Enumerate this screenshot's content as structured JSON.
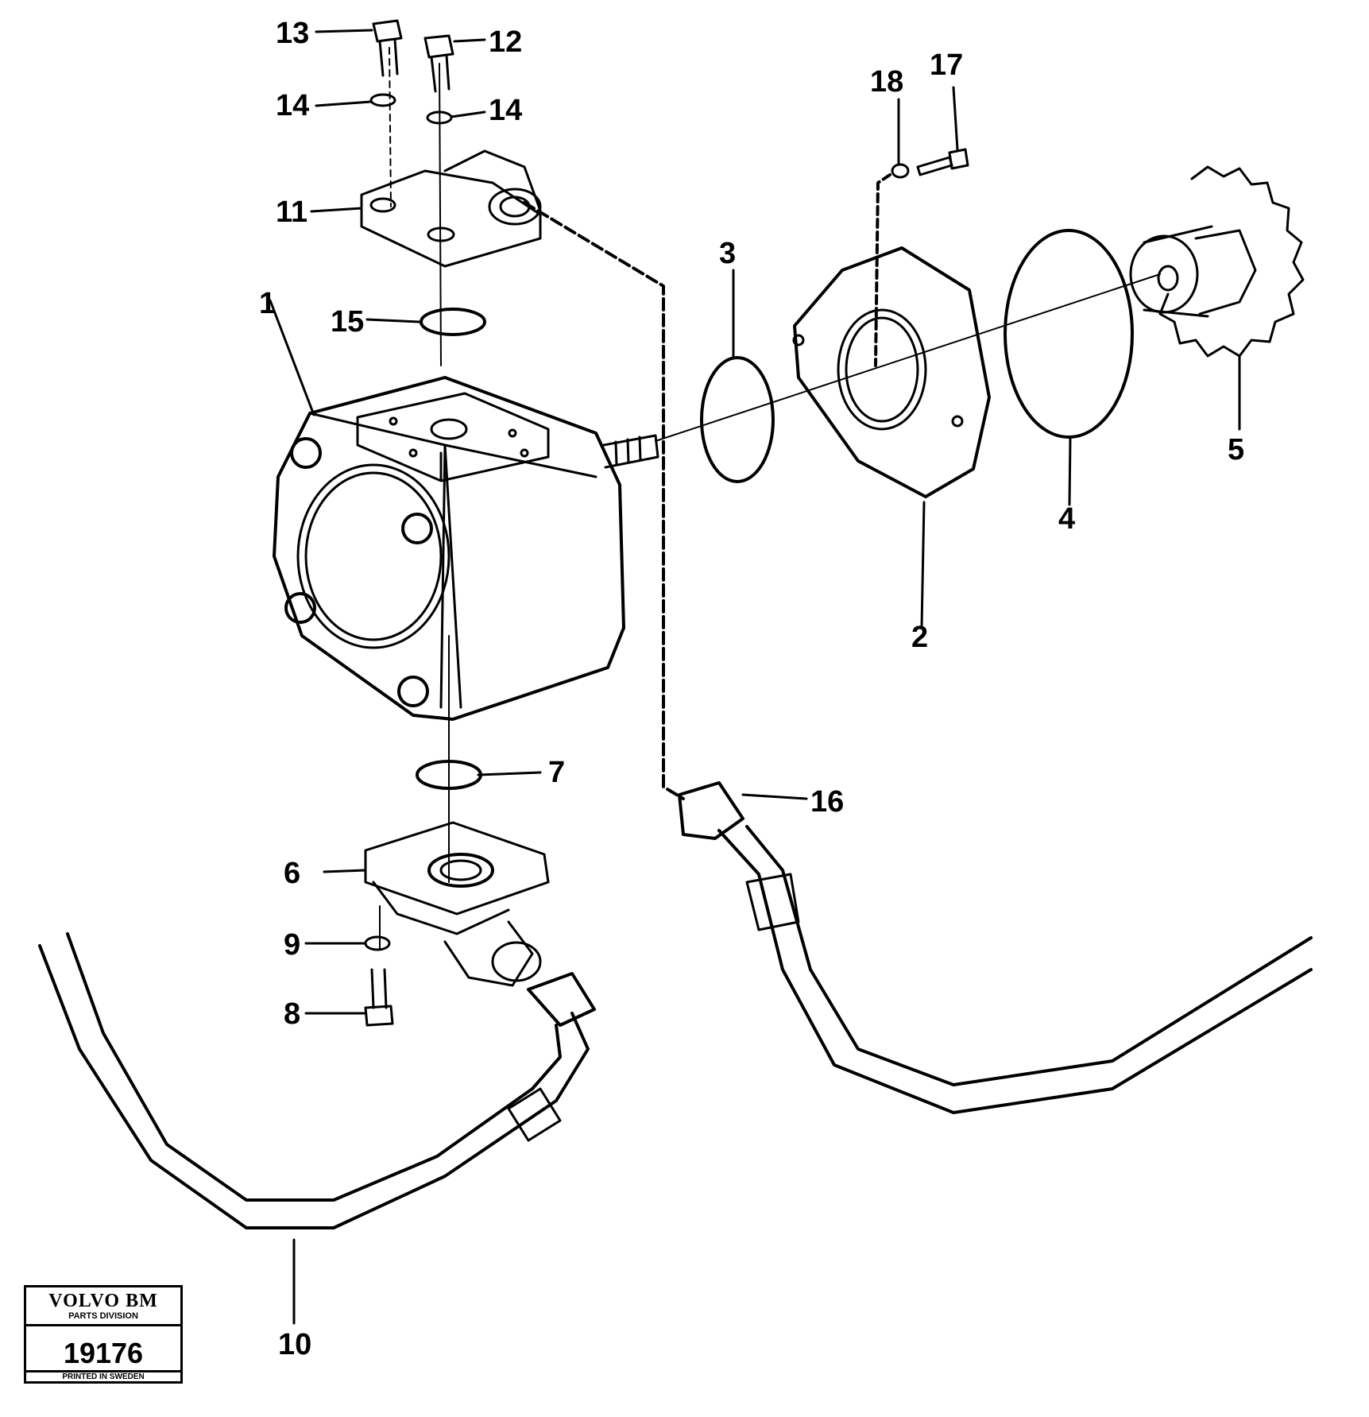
{
  "callouts": {
    "c1": "1",
    "c2": "2",
    "c3": "3",
    "c4": "4",
    "c5": "5",
    "c6": "6",
    "c7": "7",
    "c8": "8",
    "c9": "9",
    "c10": "10",
    "c11": "11",
    "c12": "12",
    "c13": "13",
    "c14a": "14",
    "c14b": "14",
    "c15": "15",
    "c16": "16",
    "c17": "17",
    "c18": "18"
  },
  "stamp": {
    "brand": "VOLVO BM",
    "division": "PARTS DIVISION",
    "number": "19176",
    "printed": "PRINTED IN SWEDEN"
  }
}
